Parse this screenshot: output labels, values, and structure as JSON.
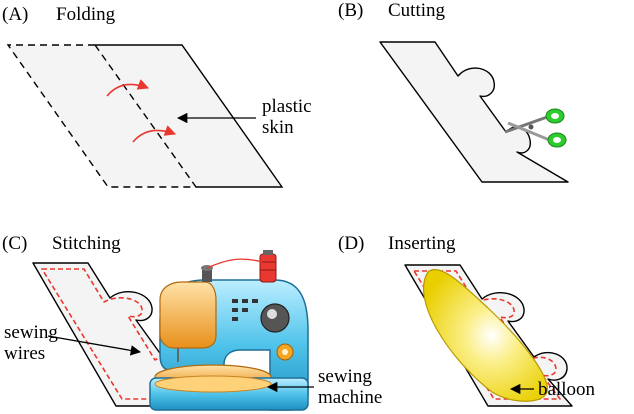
{
  "panels": {
    "a": {
      "letter": "(A)",
      "title": "Folding",
      "callout_line1": "plastic",
      "callout_line2": "skin"
    },
    "b": {
      "letter": "(B)",
      "title": "Cutting"
    },
    "c": {
      "letter": "(C)",
      "title": "Stitching",
      "wire_line1": "sewing",
      "wire_line2": "wires",
      "machine_line1": "sewing",
      "machine_line2": "machine"
    },
    "d": {
      "letter": "(D)",
      "title": "Inserting",
      "callout": "balloon"
    }
  },
  "colors": {
    "skin_fill": "#f4f4f4",
    "stitch_red": "#e8382f",
    "scissors_green": "#2ecc2e",
    "machine_blue": "#4fc3ea",
    "machine_orange": "#f5a623",
    "balloon_yellow": "#f5e11a"
  }
}
